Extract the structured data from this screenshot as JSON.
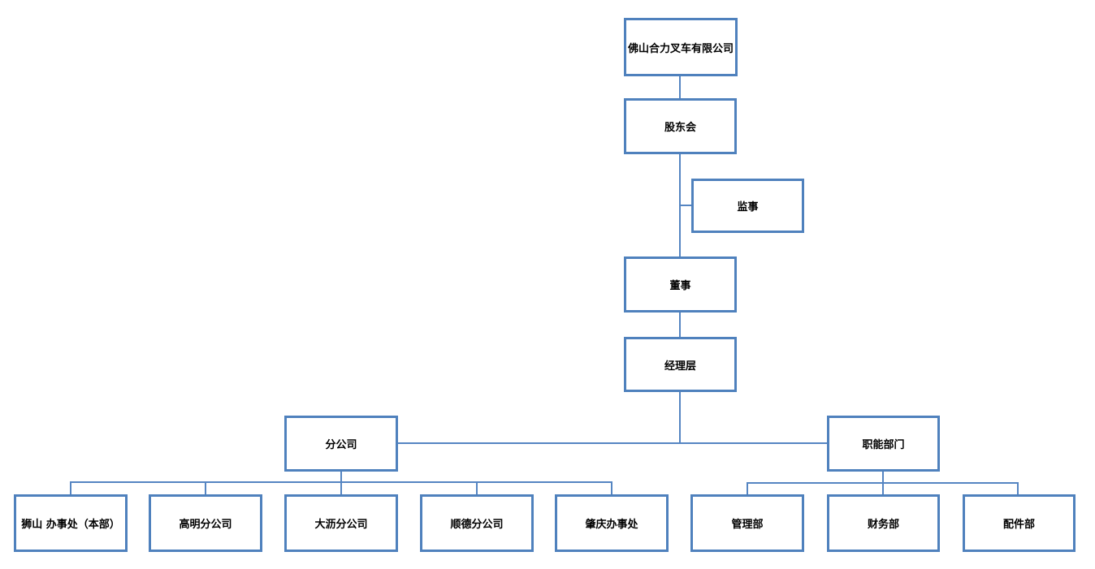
{
  "org_chart": {
    "type": "org-hierarchy",
    "colors": {
      "box_border": "#4f81bd",
      "connector_line": "#5585c2",
      "text": "#000000",
      "background": "#ffffff"
    },
    "nodes": [
      {
        "id": "company",
        "label": "佛山合力叉车有限公司"
      },
      {
        "id": "shareholders",
        "label": "股东会"
      },
      {
        "id": "supervisor",
        "label": "监事"
      },
      {
        "id": "director",
        "label": "董事"
      },
      {
        "id": "management",
        "label": "经理层"
      },
      {
        "id": "branches",
        "label": "分公司"
      },
      {
        "id": "functional",
        "label": "职能部门"
      },
      {
        "id": "shishan",
        "label": "狮山 办事处（本部）"
      },
      {
        "id": "gaoming",
        "label": "高明分公司"
      },
      {
        "id": "dali",
        "label": "大沥分公司"
      },
      {
        "id": "shunde",
        "label": "顺德分公司"
      },
      {
        "id": "zhaoqing",
        "label": "肇庆办事处"
      },
      {
        "id": "admin_dept",
        "label": "管理部"
      },
      {
        "id": "finance_dept",
        "label": "财务部"
      },
      {
        "id": "parts_dept",
        "label": "配件部"
      }
    ],
    "edges": [
      {
        "from": "company",
        "to": "shareholders"
      },
      {
        "from": "shareholders",
        "to": "supervisor"
      },
      {
        "from": "shareholders",
        "to": "director"
      },
      {
        "from": "director",
        "to": "management"
      },
      {
        "from": "management",
        "to": "branches"
      },
      {
        "from": "management",
        "to": "functional"
      },
      {
        "from": "branches",
        "to": "shishan"
      },
      {
        "from": "branches",
        "to": "gaoming"
      },
      {
        "from": "branches",
        "to": "dali"
      },
      {
        "from": "branches",
        "to": "shunde"
      },
      {
        "from": "branches",
        "to": "zhaoqing"
      },
      {
        "from": "functional",
        "to": "admin_dept"
      },
      {
        "from": "functional",
        "to": "finance_dept"
      },
      {
        "from": "functional",
        "to": "parts_dept"
      }
    ]
  }
}
